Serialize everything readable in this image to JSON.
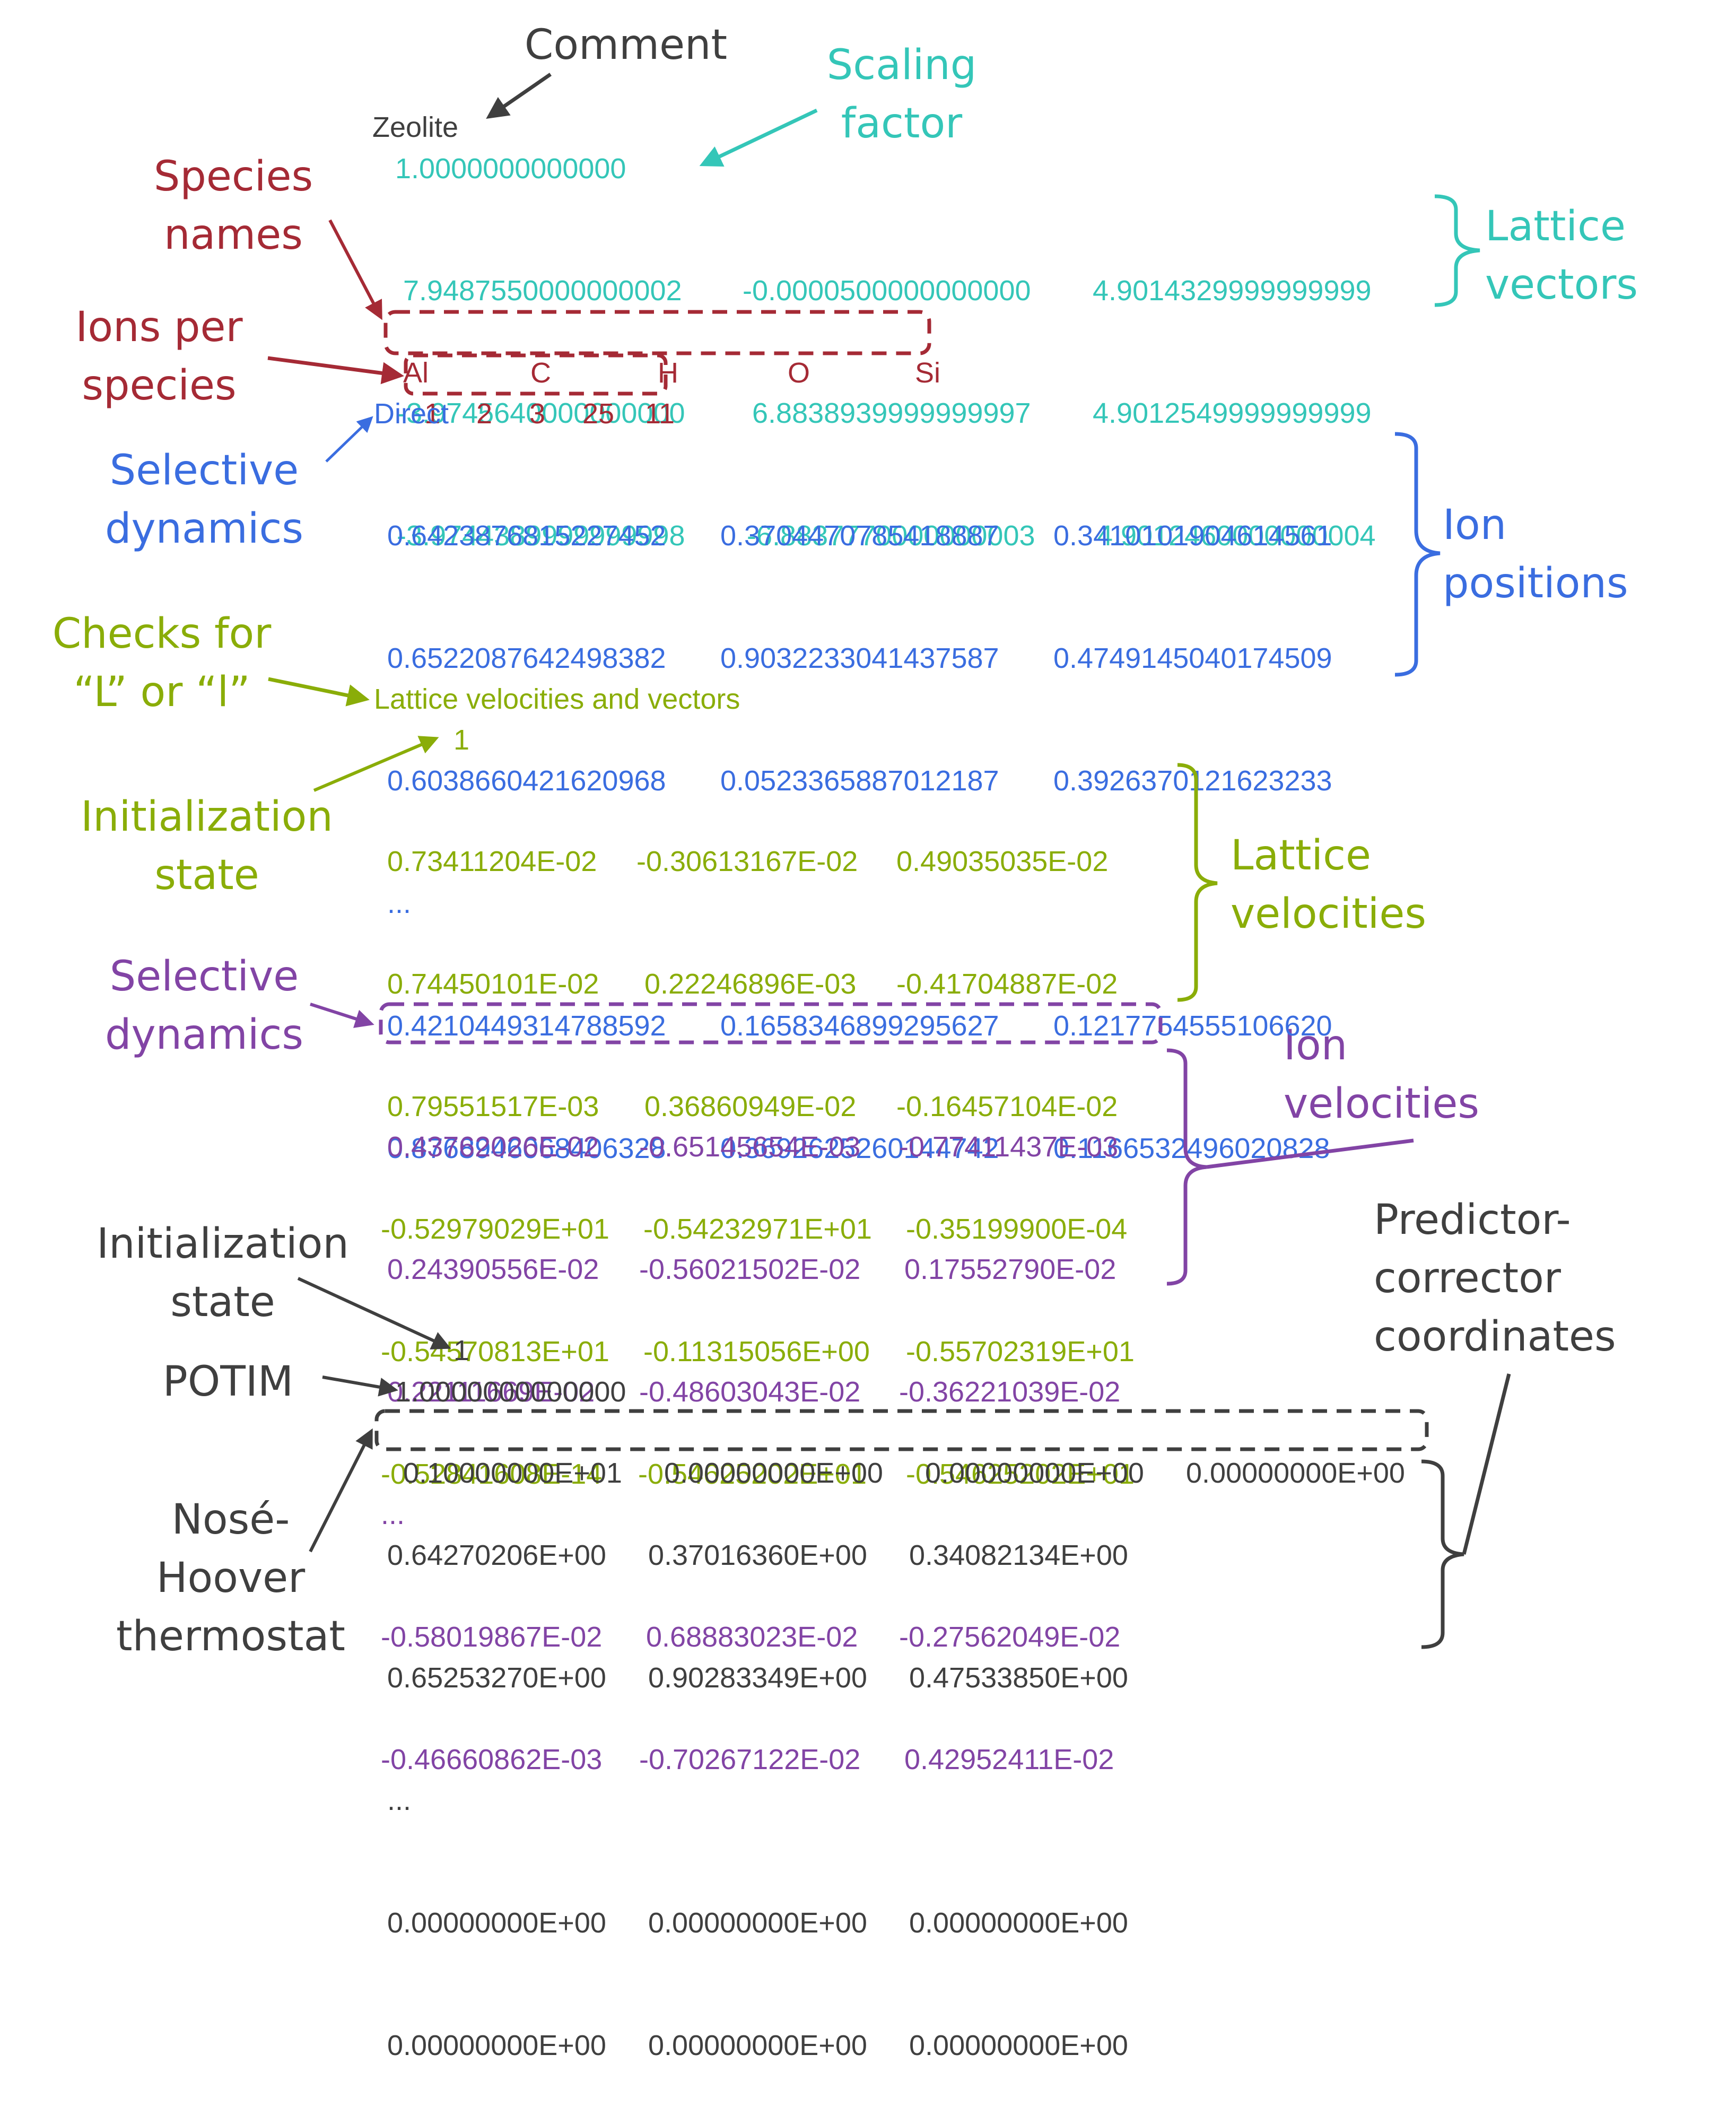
{
  "colors": {
    "comment": "#3f3f3f",
    "scaling": "#34c6b8",
    "species": "#a52a35",
    "positions": "#3a6de0",
    "lattice_vel": "#8aad08",
    "ion_vel": "#8244a5",
    "predictor": "#3f3f3f"
  },
  "labels": {
    "comment": "Comment",
    "scaling_factor": [
      "Scaling",
      "factor"
    ],
    "species_names": [
      "Species",
      "names"
    ],
    "ions_per_species": [
      "Ions per",
      "species"
    ],
    "lattice_vectors": [
      "Lattice",
      "vectors"
    ],
    "selective_dynamics_1": [
      "Selective",
      "dynamics"
    ],
    "ion_positions": [
      "Ion",
      "positions"
    ],
    "checks_for": [
      "Checks for",
      "“L” or “l”"
    ],
    "initialization_state_1": [
      "Initialization",
      "state"
    ],
    "lattice_velocities": [
      "Lattice",
      "velocities"
    ],
    "selective_dynamics_2": [
      "Selective",
      "dynamics"
    ],
    "ion_velocities": [
      "Ion",
      "velocities"
    ],
    "initialization_state_2": [
      "Initialization",
      "state"
    ],
    "potim": "POTIM",
    "nose_hoover": [
      "Nosé-",
      "Hoover",
      "thermostat"
    ],
    "predictor_corrector": [
      "Predictor-",
      "corrector",
      "coordinates"
    ]
  },
  "file": {
    "comment": "Zeolite",
    "scaling": "1.0000000000000",
    "lattice_vectors": [
      [
        "7.9487550000000002",
        "-0.0000500000000000",
        "4.9014329999999999"
      ],
      [
        "-3.9745640000000000",
        "6.8838939999999997",
        "4.9012549999999999"
      ],
      [
        "-3.9744389999999998",
        "-6.8837770000000003",
        "4.9012460000000004"
      ]
    ],
    "species": [
      "Al",
      "C",
      "H",
      "O",
      "Si"
    ],
    "counts": [
      "1",
      "2",
      "3",
      "25",
      "11"
    ],
    "coord_mode": "Direct",
    "positions": [
      [
        "0.6423876815227452",
        "0.3704470785418887",
        "0.3410101904614561"
      ],
      [
        "0.6522087642498382",
        "0.9032233041437587",
        "0.4749145040174509"
      ],
      [
        "0.6038660421620968",
        "0.0523365887012187",
        "0.3926370121623233"
      ],
      [
        "..."
      ],
      [
        "0.4210449314788592",
        "0.1658346899295627",
        "0.1217754555106620"
      ],
      [
        "0.8768946068406328",
        "0.3692625260144742",
        "0.1166532496020828"
      ]
    ],
    "lattice_header": "Lattice velocities and vectors",
    "lattice_init": "1",
    "lattice_velocities": [
      [
        "0.73411204E-02",
        "-0.30613167E-02",
        "0.49035035E-02"
      ],
      [
        "0.74450101E-02",
        "0.22246896E-03",
        "-0.41704887E-02"
      ],
      [
        "0.79551517E-03",
        "0.36860949E-02",
        "-0.16457104E-02"
      ],
      [
        "-0.52979029E+01",
        "-0.54232971E+01",
        "-0.35199900E-04"
      ],
      [
        "-0.54570813E+01",
        "-0.11315056E+00",
        "-0.55702319E+01"
      ],
      [
        "-0.52841608E-14",
        "-0.54625202E+01",
        "-0.54625202E+01"
      ]
    ],
    "ion_velocities": [
      [
        "0.43762026E-02",
        "-0.65145654E-03",
        "-0.77411437E-03"
      ],
      [
        "0.24390556E-02",
        "-0.56021502E-02",
        "0.17552790E-02"
      ],
      [
        "0.22111669E-02",
        "-0.48603043E-02",
        "-0.36221039E-02"
      ],
      [
        "..."
      ],
      [
        "-0.58019867E-02",
        "0.68883023E-02",
        "-0.27562049E-02"
      ],
      [
        "-0.46660862E-03",
        "-0.70267122E-02",
        "0.42952411E-02"
      ]
    ],
    "pc_init": "1",
    "potim": "1.0000000000000",
    "nose_hoover": [
      "0.10000000E+01",
      "0.00000000E+00",
      "0.00000000E+00",
      "0.00000000E+00"
    ],
    "predictor_corrector": [
      [
        "0.64270206E+00",
        "0.37016360E+00",
        "0.34082134E+00"
      ],
      [
        "0.65253270E+00",
        "0.90283349E+00",
        "0.47533850E+00"
      ],
      [
        "..."
      ],
      [
        "0.00000000E+00",
        "0.00000000E+00",
        "0.00000000E+00"
      ],
      [
        "0.00000000E+00",
        "0.00000000E+00",
        "0.00000000E+00"
      ]
    ]
  }
}
